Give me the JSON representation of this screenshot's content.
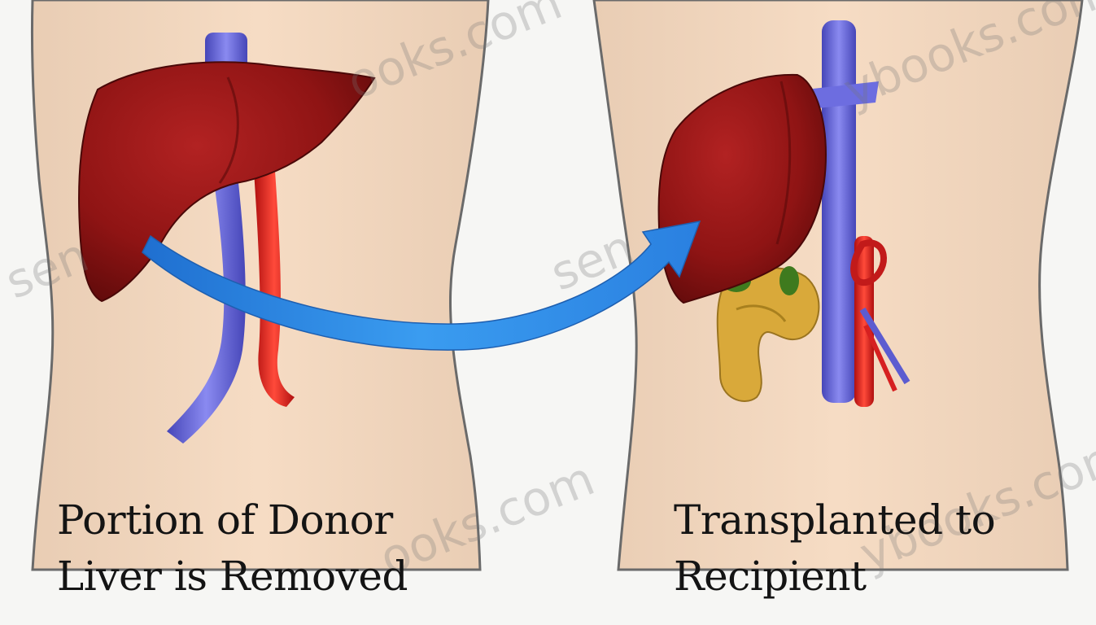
{
  "captions": {
    "left": [
      "Portion of Donor",
      "Liver is Removed"
    ],
    "right": [
      "Transplanted to",
      "Recipient"
    ]
  },
  "watermark": {
    "fragments": [
      "ooks.com",
      "ybooks.com",
      "sen",
      "sen",
      "ooks.com",
      "ybooks.com"
    ]
  },
  "colors": {
    "liver": "#8f1414",
    "vein": "#6f6fd8",
    "artery": "#e02020",
    "arrow": "#2f86e0",
    "body_fill": "#f3d4bb",
    "intestine": "#d9a93a",
    "gallbladder": "#3f7a1e"
  }
}
